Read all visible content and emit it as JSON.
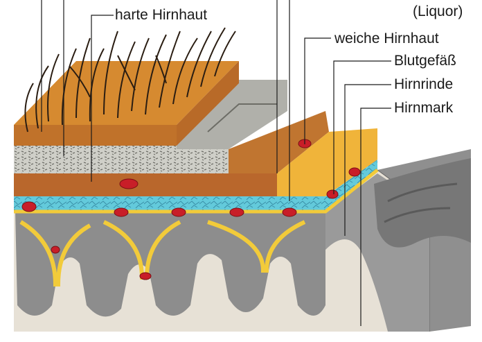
{
  "labels": {
    "harte_hirnhaut": "harte Hirnhaut",
    "liquor": "(Liquor)",
    "weiche_hirnhaut": "weiche Hirnhaut",
    "blutgefaess": "Blutgefäß",
    "hirnrinde": "Hirnrinde",
    "hirnmark": "Hirnmark"
  },
  "colors": {
    "skin_orange": "#d9892e",
    "dura_brown": "#b5662a",
    "meninges_yellow": "#f0b43a",
    "liquor_cyan": "#5ec8d8",
    "cortex_grey": "#8e8e8e",
    "white_matter": "#e9e4dc",
    "vessel_red": "#c81e28",
    "bone_grey": "#b3b3ad"
  }
}
